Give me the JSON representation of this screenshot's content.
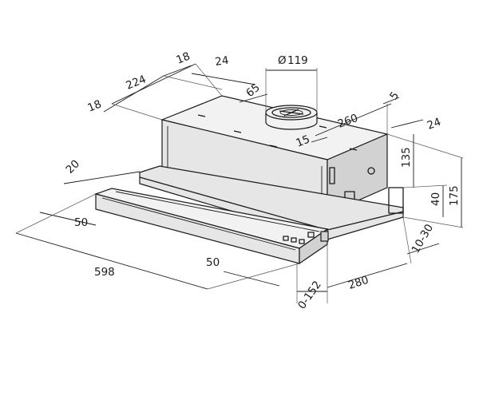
{
  "dimensions": {
    "d18_top": "18",
    "d224": "224",
    "d24_top": "24",
    "d119": "119",
    "d65": "65",
    "d5": "5",
    "d18_left": "18",
    "d260": "260",
    "d24_right": "24",
    "d15": "15",
    "d135": "135",
    "d175": "175",
    "d40": "40",
    "d20": "20",
    "d50_left": "50",
    "d598": "598",
    "d50_bottom": "50",
    "d10_30": "10-30",
    "d280": "280",
    "d0_152": "0-152"
  },
  "symbols": {
    "diameter": "Ø"
  }
}
